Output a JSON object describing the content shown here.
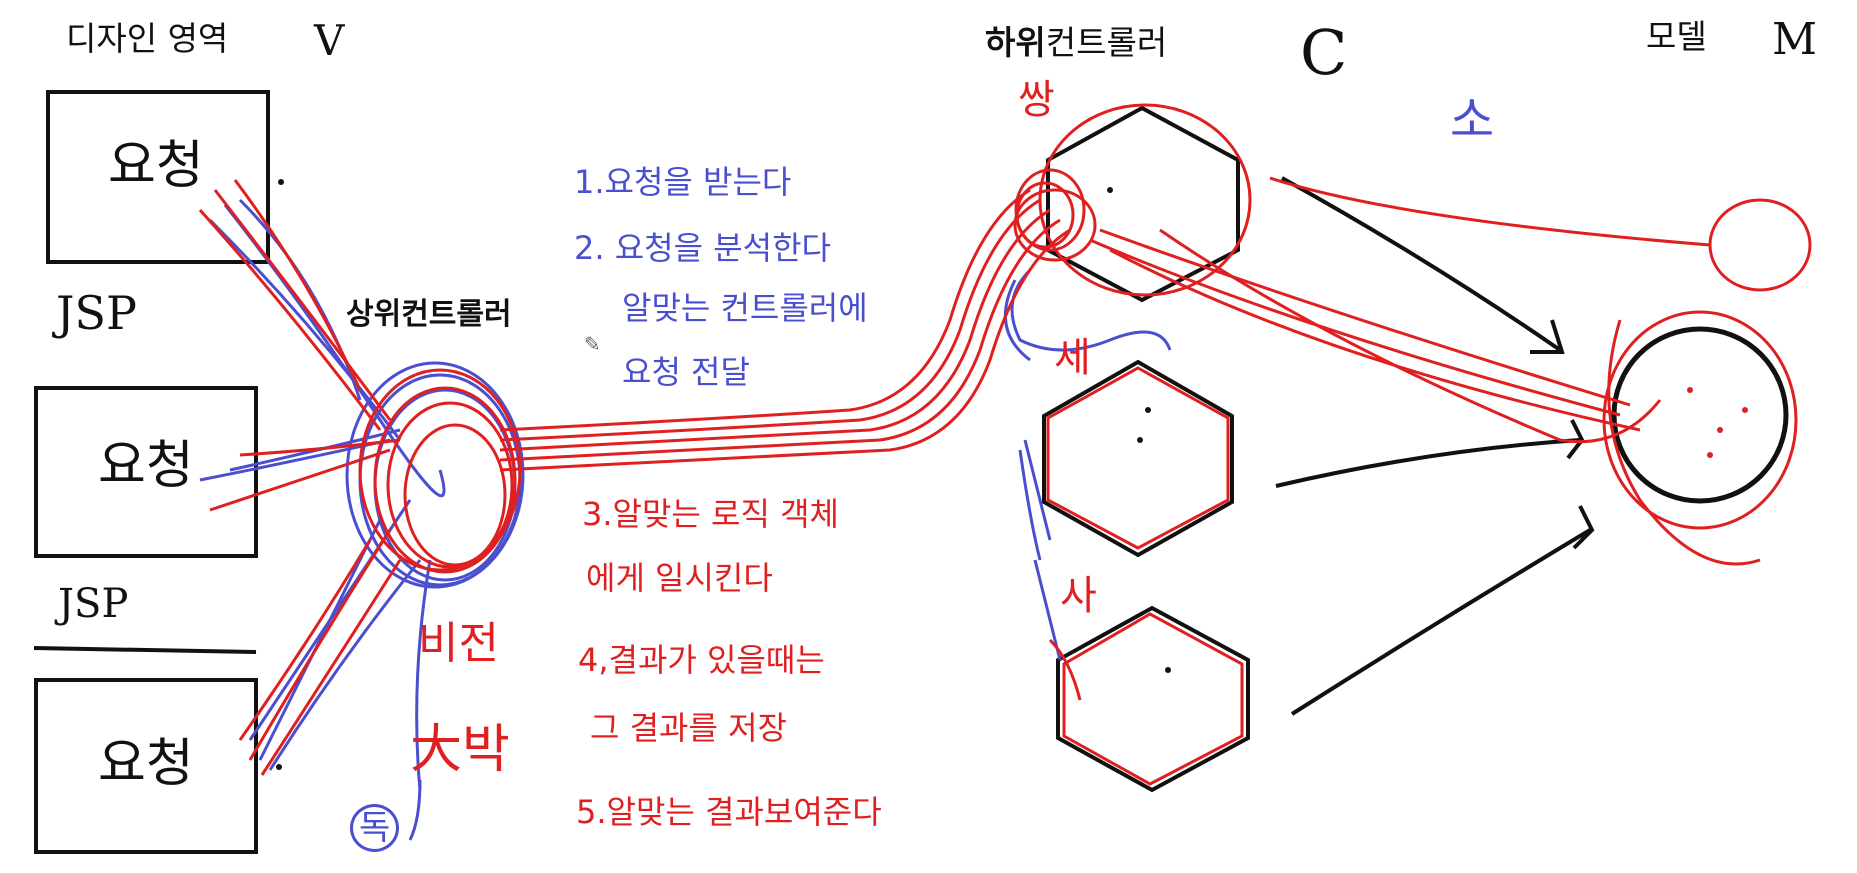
{
  "labels": {
    "design_area": "디자인 영역",
    "view_mark": "V",
    "upper_controller": "상위컨트롤러",
    "lower_prefix": "하위",
    "lower_suffix": "컨트롤러",
    "controller_mark": "C",
    "model": "모델",
    "model_mark": "M"
  },
  "boxes": [
    {
      "text": "요청"
    },
    {
      "text": "요청"
    },
    {
      "text": "요청"
    }
  ],
  "handwriting": {
    "jsp1": "JSP",
    "jsp2": "JSP",
    "bicheon": "비전",
    "daebak": "大박",
    "dok": "독",
    "ssang": "쌍",
    "se": "세",
    "sa": "사",
    "sigh": "소"
  },
  "steps": {
    "blue": [
      "1.요청을 받는다",
      "2. 요청을 분석한다",
      "알맞는 컨트롤러에",
      "요청 전달"
    ],
    "red": [
      "3.알맞는 로직 객체",
      "에게 일시킨다",
      "4,결과가 있을때는",
      "그 결과를 저장",
      "5.알맞는 결과보여준다"
    ]
  },
  "colors": {
    "black": "#111111",
    "blue": "#4a4fd0",
    "red": "#e02020"
  }
}
